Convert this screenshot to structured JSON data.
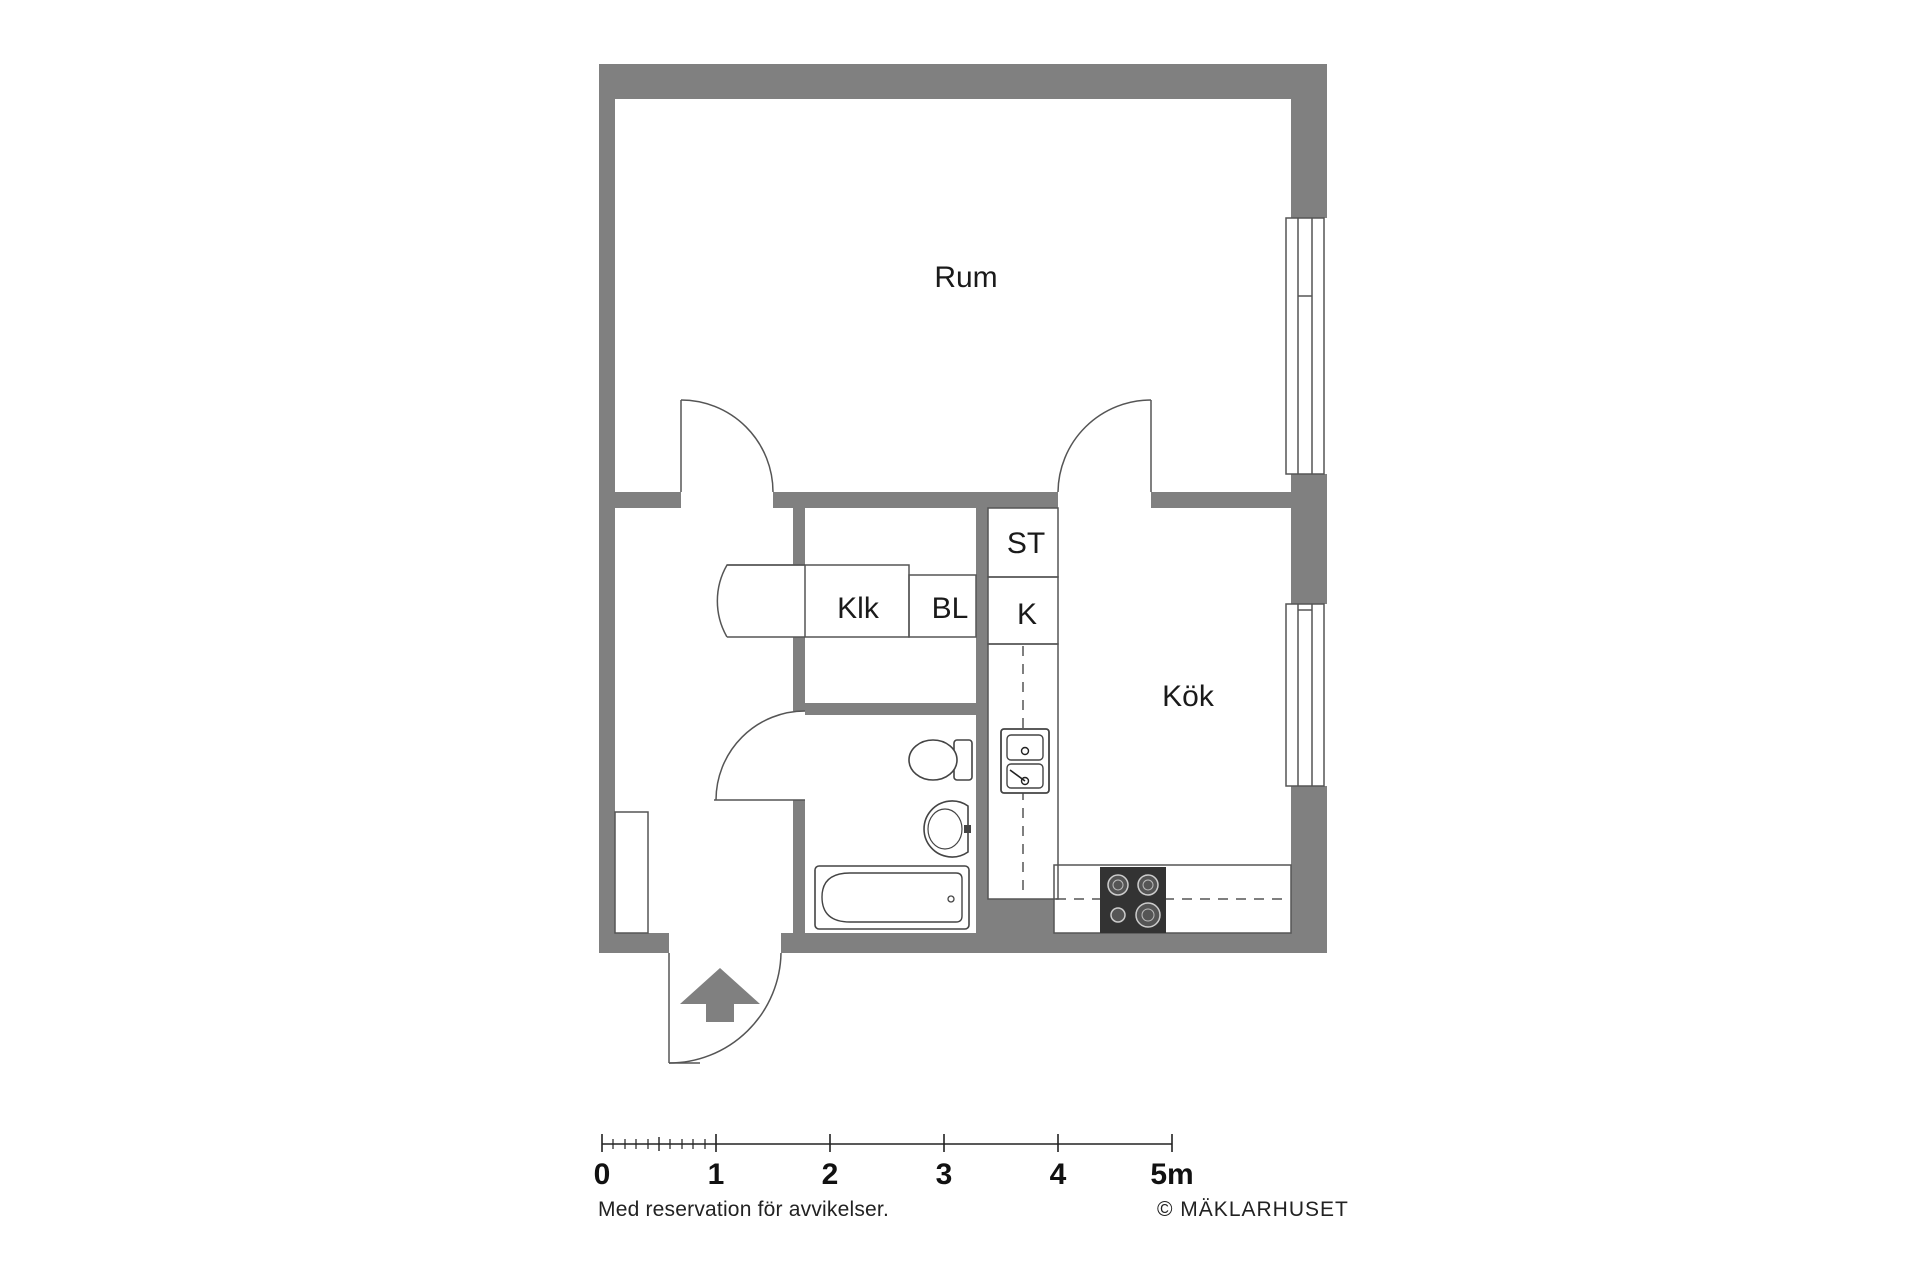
{
  "rooms": {
    "rum": "Rum",
    "kok": "Kök",
    "klk": "Klk",
    "bl": "BL",
    "st": "ST",
    "k": "K"
  },
  "scale": {
    "labels": [
      "0",
      "1",
      "2",
      "3",
      "4",
      "5m"
    ]
  },
  "footer": {
    "disclaimer": "Med reservation för avvikelser.",
    "copyright": "© MÄKLARHUSET"
  },
  "colors": {
    "wall": "#808080",
    "stove": "#333333"
  },
  "icons": {
    "entrance": "entrance-arrow-icon",
    "stove": "stove-icon",
    "sink": "sink-icon",
    "toilet": "toilet-icon",
    "washbasin": "washbasin-icon",
    "bathtub": "bathtub-icon"
  }
}
